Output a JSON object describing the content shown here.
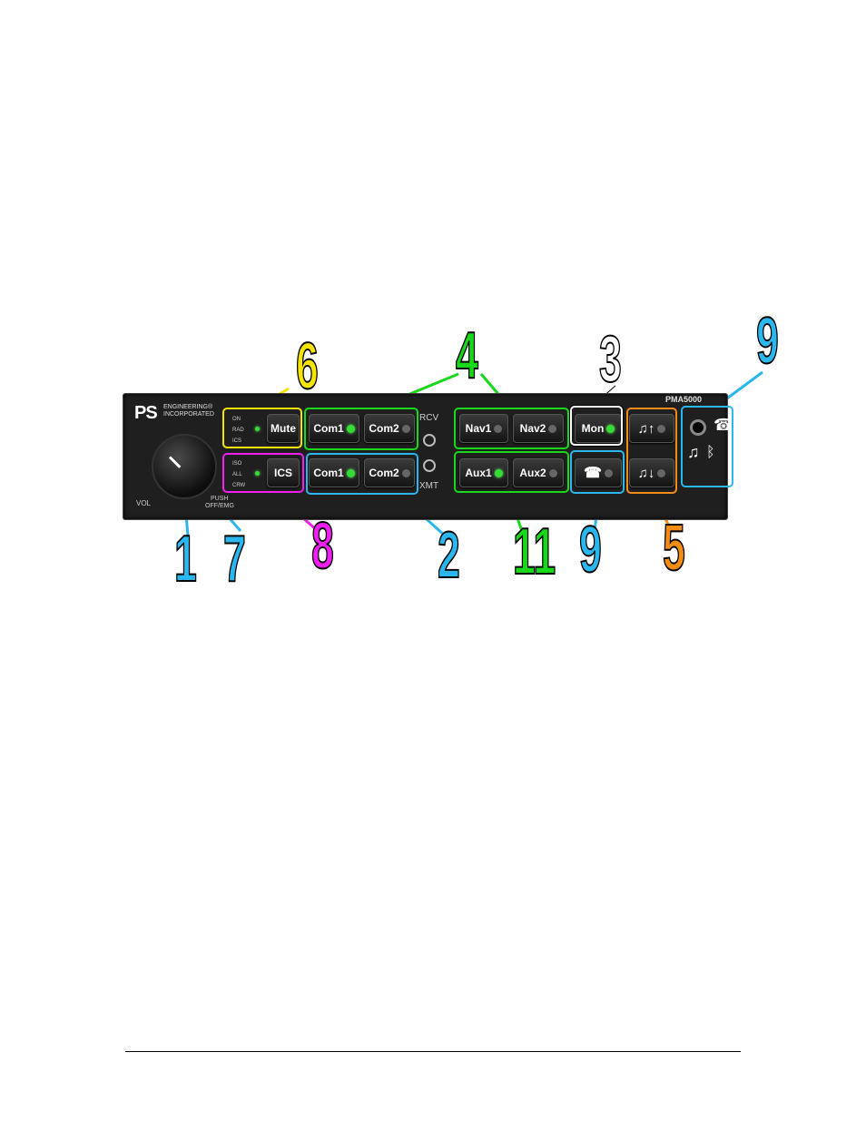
{
  "panel": {
    "brand_logo": "PS",
    "brand_line1": "ENGINEERING®",
    "brand_line2": "INCORPORATED",
    "model": "PMA5000",
    "vol_label": "VOL",
    "push_label": "PUSH",
    "push_label2": "OFF/EMG",
    "rcv_label": "RCV",
    "xmt_label": "XMT",
    "mute_leds": [
      "ON",
      "RAD",
      "ICS"
    ],
    "ics_leds": [
      "ISO",
      "ALL",
      "CRW"
    ],
    "buttons": {
      "mute": "Mute",
      "ics": "ICS",
      "com1_rcv": "Com1",
      "com2_rcv": "Com2",
      "com1_xmt": "Com1",
      "com2_xmt": "Com2",
      "nav1": "Nav1",
      "nav2": "Nav2",
      "aux1": "Aux1",
      "aux2": "Aux2",
      "mon": "Mon"
    }
  },
  "callouts": {
    "n1": "1",
    "n7": "7",
    "n8": "8",
    "n2": "2",
    "n11": "11",
    "n9a": "9",
    "n5": "5",
    "n6": "6",
    "n4": "4",
    "n3": "3",
    "n9b": "9"
  },
  "colors": {
    "yellow": "#f5e400",
    "green": "#19d819",
    "cyan": "#2ab7ee",
    "magenta": "#f01ef0",
    "orange": "#f28c14",
    "white": "#ffffff"
  }
}
